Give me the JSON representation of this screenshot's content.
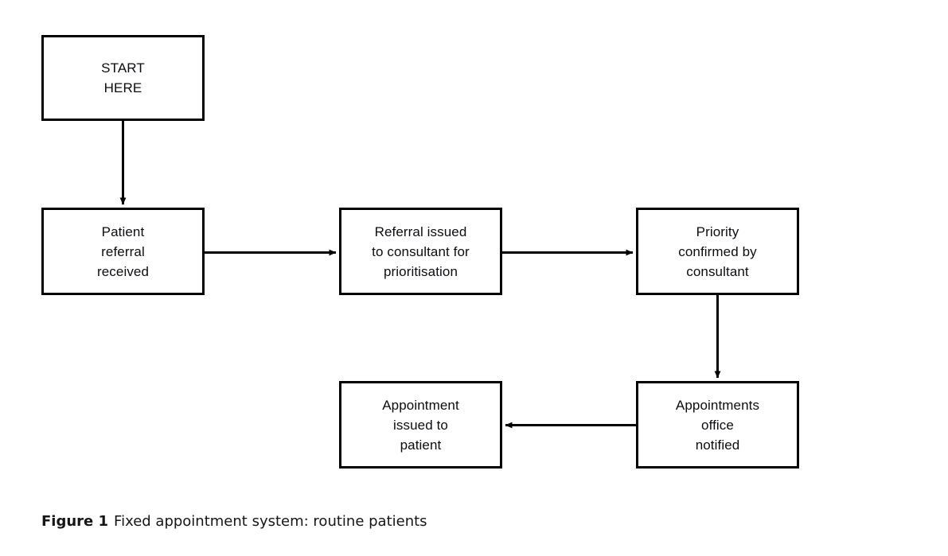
{
  "figure": {
    "caption_number": "Figure 1",
    "caption_title": "Fixed appointment system: routine patients"
  },
  "diagram": {
    "type": "flowchart",
    "background_color": "#ffffff",
    "stroke_color": "#000000",
    "text_color": "#0d0d12",
    "nodes": [
      {
        "id": "start",
        "label": "START\nHERE",
        "shape": "rectangle"
      },
      {
        "id": "referral-received",
        "label": "Patient\nreferral\nreceived",
        "shape": "rectangle"
      },
      {
        "id": "referral-issued",
        "label": "Referral issued\nto consultant for\nprioritisation",
        "shape": "rectangle"
      },
      {
        "id": "priority-confirmed",
        "label": "Priority\nconfirmed by\nconsultant",
        "shape": "rectangle"
      },
      {
        "id": "office-notified",
        "label": "Appointments\noffice\nnotified",
        "shape": "rectangle"
      },
      {
        "id": "appointment-issued",
        "label": "Appointment\nissued to\npatient",
        "shape": "rectangle"
      }
    ],
    "edges": [
      {
        "from": "start",
        "to": "referral-received",
        "direction": "down",
        "label": ""
      },
      {
        "from": "referral-received",
        "to": "referral-issued",
        "direction": "right",
        "label": ""
      },
      {
        "from": "referral-issued",
        "to": "priority-confirmed",
        "direction": "right",
        "label": ""
      },
      {
        "from": "priority-confirmed",
        "to": "office-notified",
        "direction": "down",
        "label": ""
      },
      {
        "from": "office-notified",
        "to": "appointment-issued",
        "direction": "left",
        "label": ""
      }
    ]
  }
}
